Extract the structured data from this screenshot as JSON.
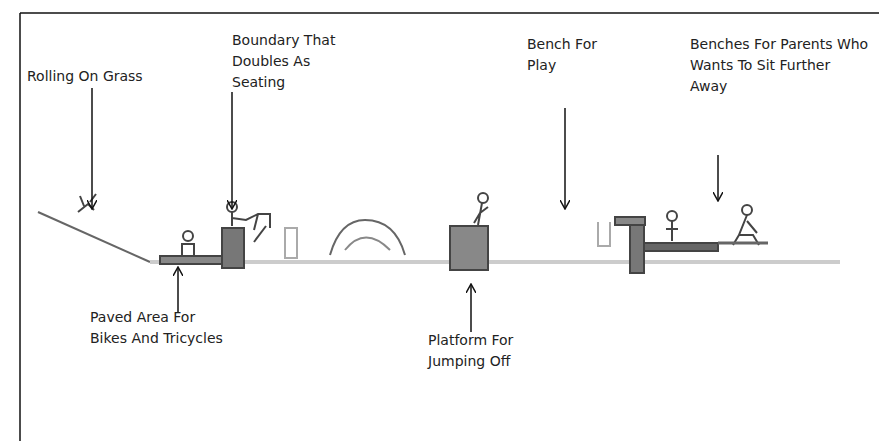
{
  "diagram": {
    "labels": [
      "Rolling On Grass",
      "Boundary That Doubles As Seating",
      "Bench For Play",
      "Benches For Parents Who Wants To Sit Further Away",
      "Paved Area For Bikes And Tricycles",
      "Platform For Jumping Off"
    ]
  }
}
